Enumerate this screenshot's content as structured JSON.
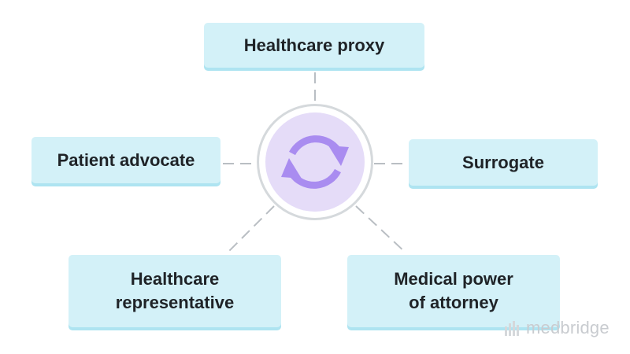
{
  "diagram": {
    "nodes": {
      "top": {
        "lines": [
          "Healthcare proxy"
        ]
      },
      "left": {
        "lines": [
          "Patient advocate"
        ]
      },
      "right": {
        "lines": [
          "Surrogate"
        ]
      },
      "bottom_left": {
        "lines": [
          "Healthcare",
          "representative"
        ]
      },
      "bottom_right": {
        "lines": [
          "Medical power",
          "of attorney"
        ]
      }
    },
    "center": {
      "icon": "refresh-cycle-icon"
    }
  },
  "watermark": {
    "text": "medbridge",
    "icon": "medbridge-logo-icon"
  },
  "colors": {
    "box_fill": "#d3f1f8",
    "box_shadow": "#aee4f1",
    "hub_fill": "#e5dcf8",
    "arrow": "#a98cf0",
    "connector": "#b9bec3"
  }
}
